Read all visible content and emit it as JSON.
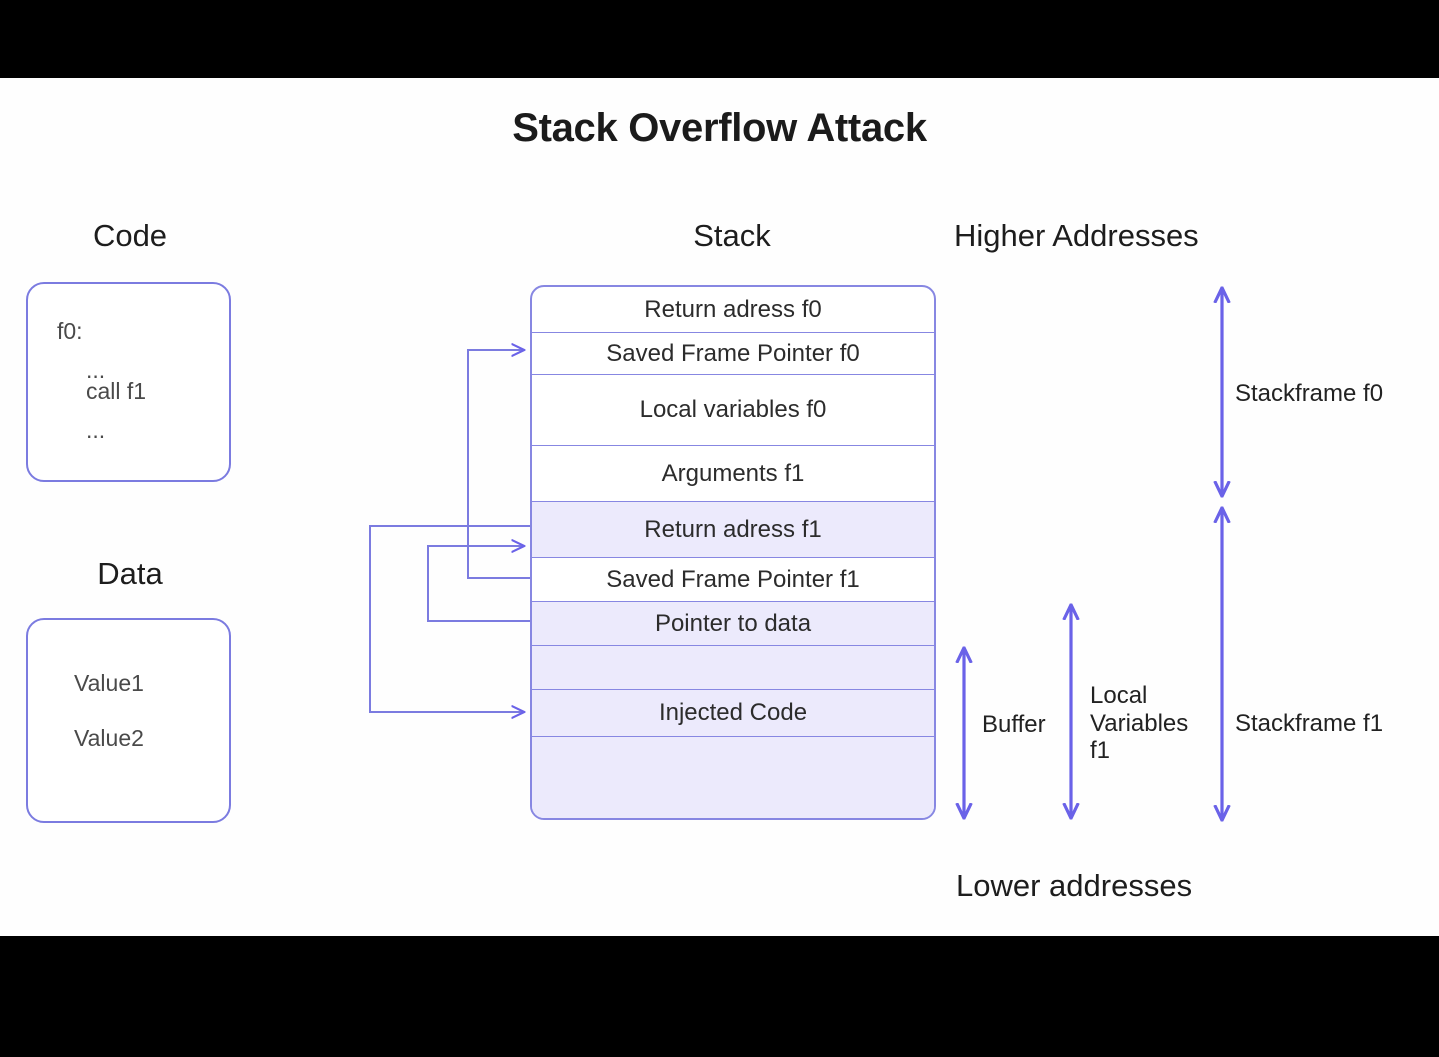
{
  "title": "Stack Overflow Attack",
  "colors": {
    "accent": "#6a62e8",
    "box_border": "#7b7be0",
    "row_border": "#8787e2",
    "highlight_fill": "#eceafc",
    "background": "#fefefe",
    "letterbox": "#000000",
    "text": "#2c2c2c"
  },
  "columns": {
    "code_heading": "Code",
    "data_heading": "Data",
    "stack_heading": "Stack"
  },
  "code_box": {
    "lines": [
      "f0:",
      "...",
      "call f1",
      "..."
    ]
  },
  "data_box": {
    "lines": [
      "Value1",
      "Value2"
    ]
  },
  "stack": {
    "rows": [
      {
        "label": "Return adress f0",
        "highlight": false
      },
      {
        "label": "Saved Frame Pointer f0",
        "highlight": false
      },
      {
        "label": "Local variables f0",
        "highlight": false
      },
      {
        "label": "Arguments f1",
        "highlight": false
      },
      {
        "label": "Return adress f1",
        "highlight": true
      },
      {
        "label": "Saved Frame Pointer f1",
        "highlight": false
      },
      {
        "label": "Pointer to data",
        "highlight": true
      },
      {
        "label": "",
        "highlight": true
      },
      {
        "label": "Injected Code",
        "highlight": true
      },
      {
        "label": "",
        "highlight": true
      }
    ]
  },
  "annotations": {
    "higher_addresses": "Higher Addresses",
    "lower_addresses": "Lower addresses",
    "stackframe_f0": "Stackframe f0",
    "stackframe_f1": "Stackframe f1",
    "buffer": "Buffer",
    "local_variables_f1": "Local\nVariables\nf1"
  },
  "chart_data": {
    "type": "diagram",
    "title": "Stack Overflow Attack",
    "memory_regions": [
      "Code",
      "Data",
      "Stack"
    ],
    "stack_layout_top_to_bottom": [
      "Return adress f0",
      "Saved Frame Pointer f0",
      "Local variables f0",
      "Arguments f1",
      "Return adress f1",
      "Saved Frame Pointer f1",
      "Pointer to data",
      "(empty)",
      "Injected Code",
      "(empty)"
    ],
    "address_direction": {
      "top": "Higher Addresses",
      "bottom": "Lower addresses"
    },
    "span_annotations": [
      {
        "name": "Stackframe f0",
        "covers": [
          "Return adress f0",
          "Saved Frame Pointer f0",
          "Local variables f0",
          "Arguments f1"
        ]
      },
      {
        "name": "Stackframe f1",
        "covers": [
          "Return adress f1",
          "Saved Frame Pointer f1",
          "Pointer to data",
          "(empty)",
          "Injected Code",
          "(empty)"
        ]
      },
      {
        "name": "Local Variables f1",
        "covers": [
          "Pointer to data",
          "(empty)",
          "Injected Code",
          "(empty)"
        ]
      },
      {
        "name": "Buffer",
        "covers": [
          "(empty)",
          "Injected Code",
          "(empty)"
        ]
      }
    ],
    "pointer_arrows": [
      {
        "from": "Saved Frame Pointer f1",
        "to": "Saved Frame Pointer f0"
      },
      {
        "from": "Pointer to data",
        "to": "Return adress f1"
      },
      {
        "from": "Return adress f1",
        "to": "Injected Code"
      }
    ]
  }
}
